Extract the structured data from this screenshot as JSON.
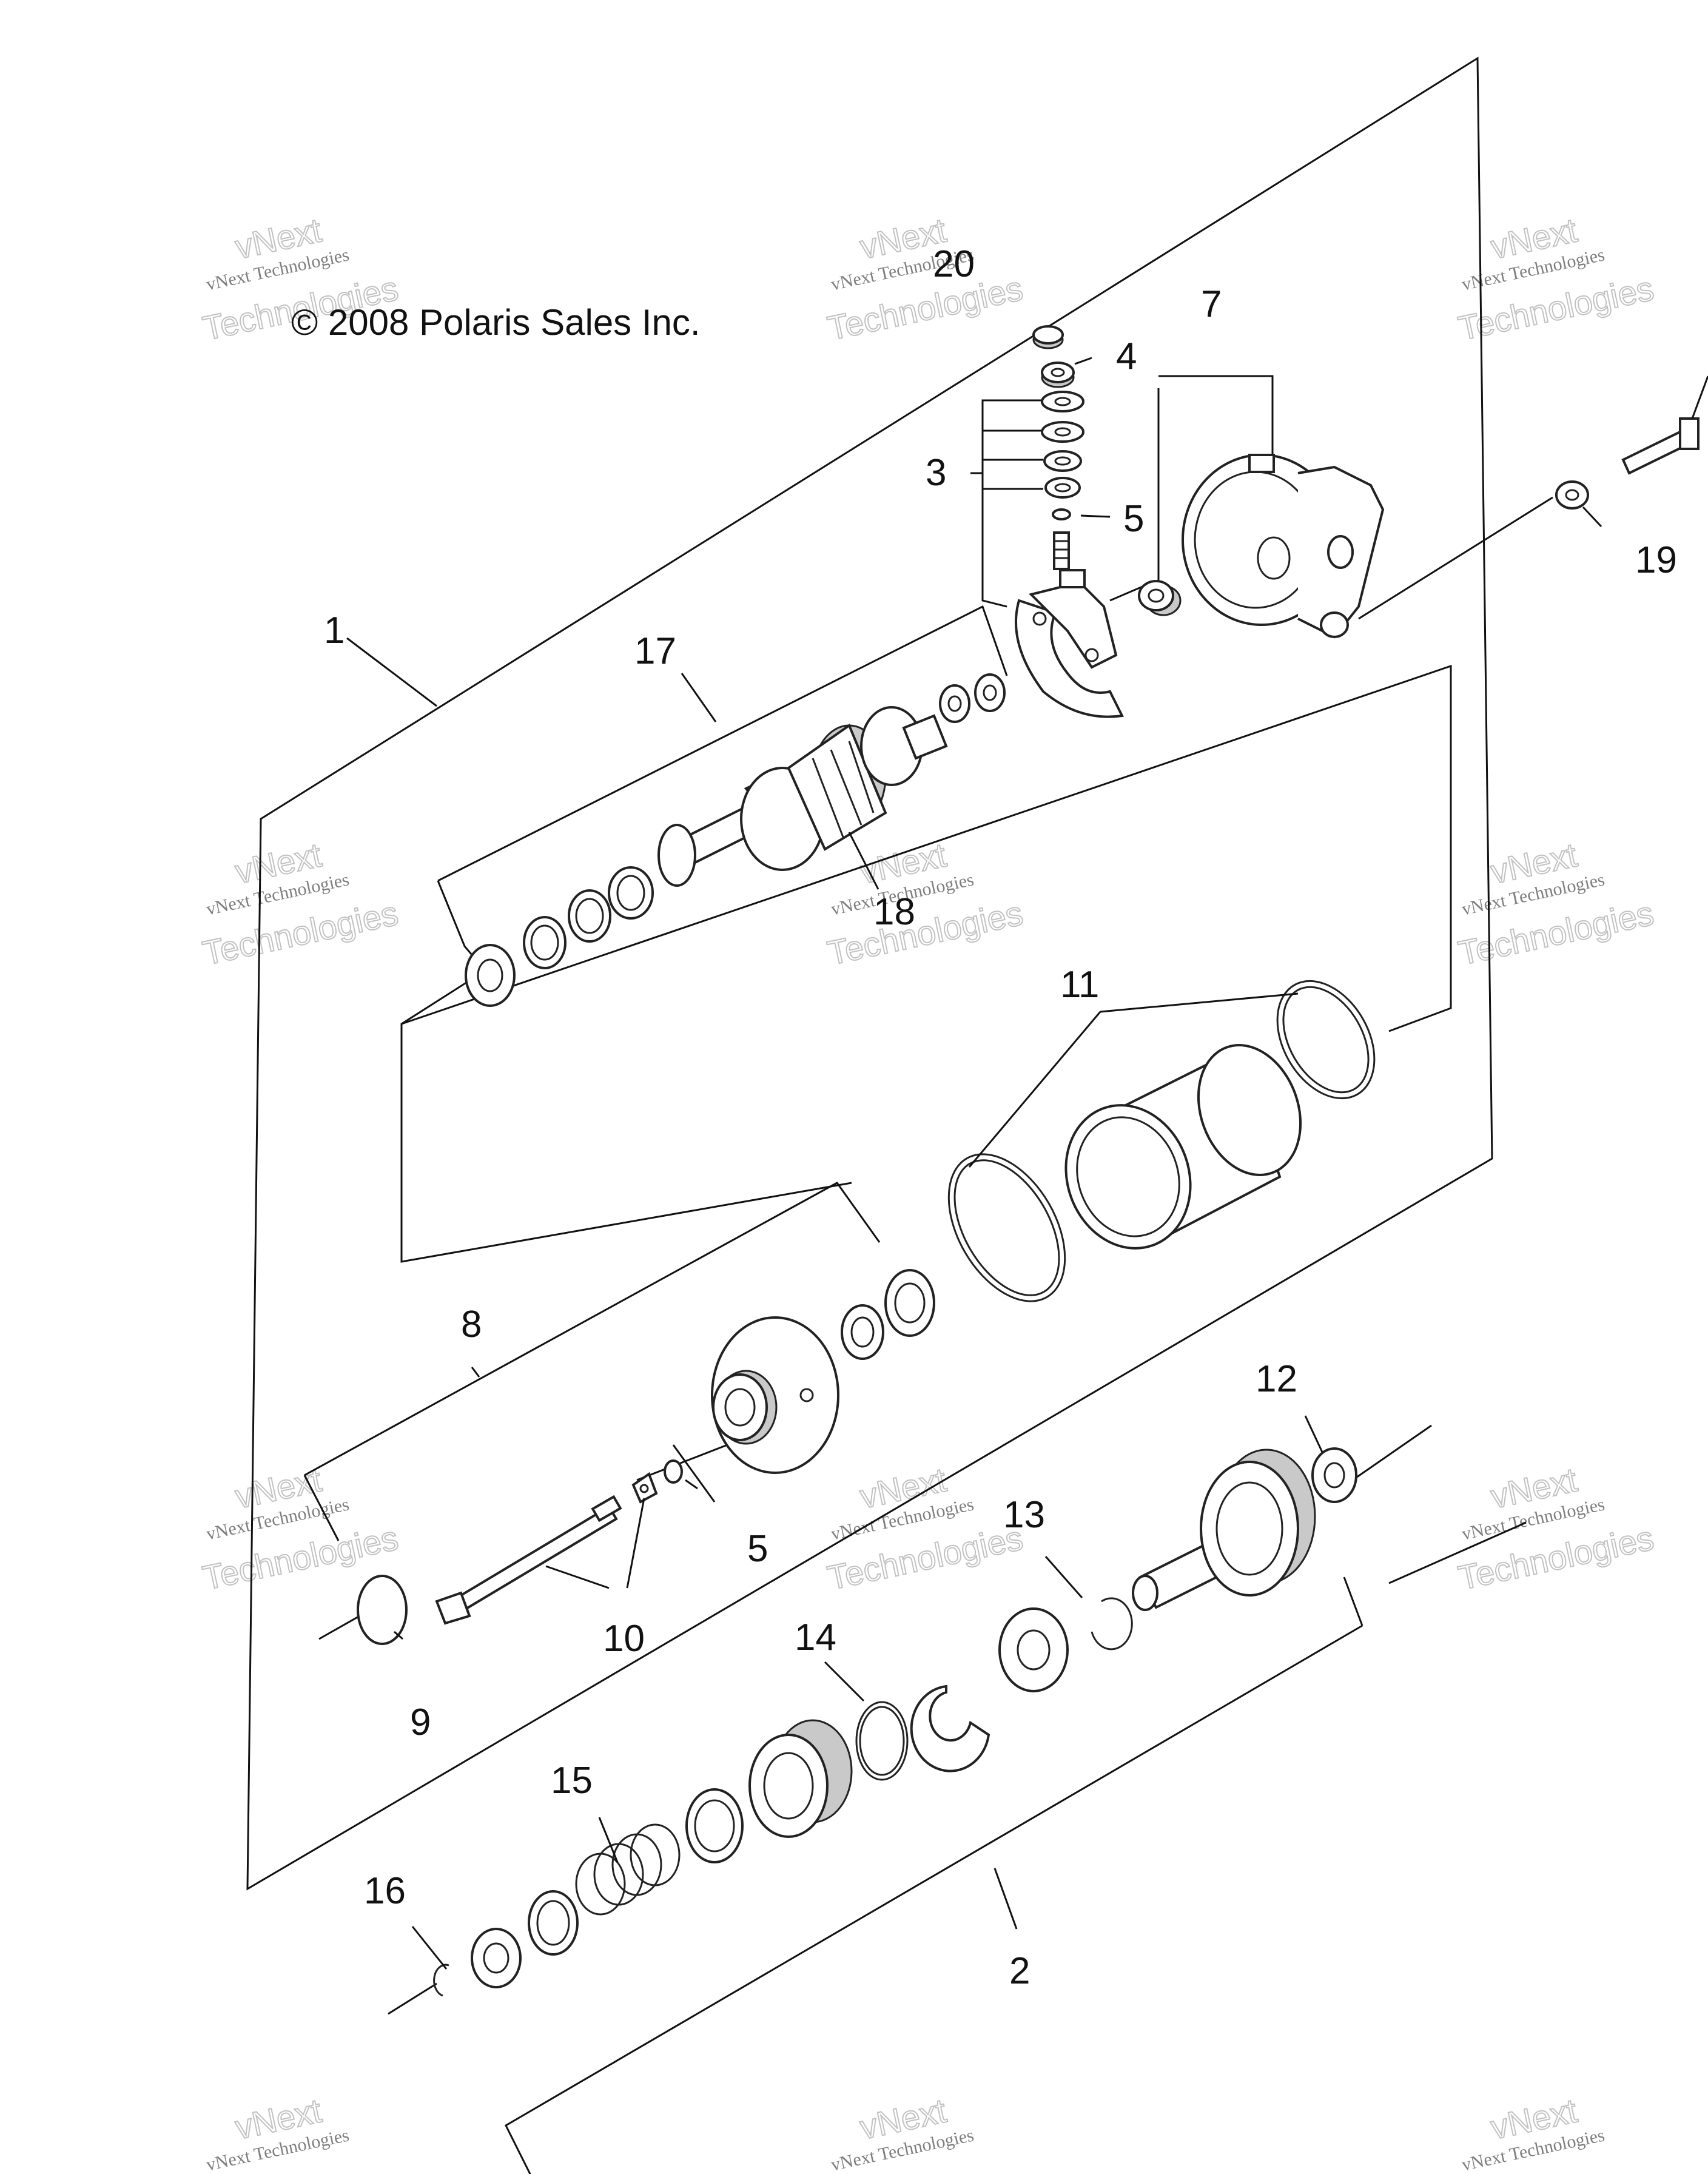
{
  "copyright": "© 2008 Polaris Sales Inc.",
  "watermark": {
    "line1": "vNext Technologies",
    "line2": "vNext",
    "line3": "Technologies"
  },
  "callouts": [
    {
      "id": "1",
      "label": "1"
    },
    {
      "id": "2",
      "label": "2"
    },
    {
      "id": "3",
      "label": "3"
    },
    {
      "id": "4",
      "label": "4"
    },
    {
      "id": "5a",
      "label": "5"
    },
    {
      "id": "5b",
      "label": "5"
    },
    {
      "id": "7",
      "label": "7"
    },
    {
      "id": "8",
      "label": "8"
    },
    {
      "id": "9",
      "label": "9"
    },
    {
      "id": "10",
      "label": "10"
    },
    {
      "id": "11",
      "label": "11"
    },
    {
      "id": "12",
      "label": "12"
    },
    {
      "id": "13",
      "label": "13"
    },
    {
      "id": "14",
      "label": "14"
    },
    {
      "id": "15",
      "label": "15"
    },
    {
      "id": "16",
      "label": "16"
    },
    {
      "id": "17",
      "label": "17"
    },
    {
      "id": "18",
      "label": "18"
    },
    {
      "id": "19",
      "label": "19"
    },
    {
      "id": "20",
      "label": "20"
    }
  ]
}
